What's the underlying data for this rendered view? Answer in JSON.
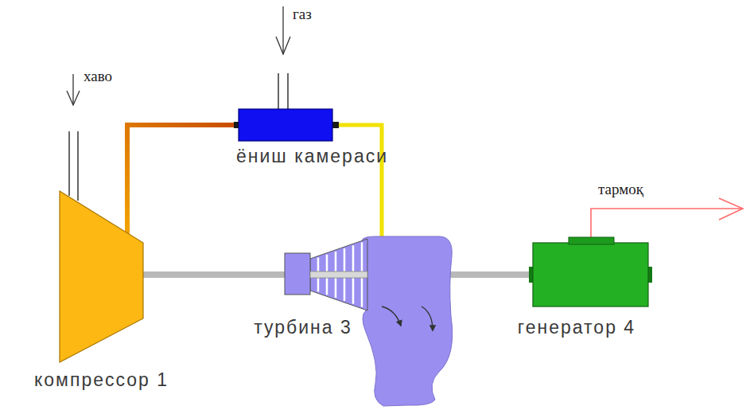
{
  "diagram": {
    "nodes": [
      {
        "text": [
          "компрессор 1"
        ]
      },
      {
        "text": [
          "ёниш камераси"
        ]
      },
      {
        "text": [
          "турбина 3"
        ]
      },
      {
        "text": [
          "генератор 4"
        ]
      }
    ],
    "edges": [
      {
        "from": 0,
        "to": 1,
        "arrow": "none"
      },
      {
        "from": 1,
        "to": 2,
        "arrow": "none"
      },
      {
        "from": 0,
        "to": 2,
        "arrow": "none"
      },
      {
        "from": 2,
        "to": 3,
        "arrow": "none"
      }
    ],
    "labels": [
      "хаво",
      "газ",
      "тармоқ"
    ]
  }
}
